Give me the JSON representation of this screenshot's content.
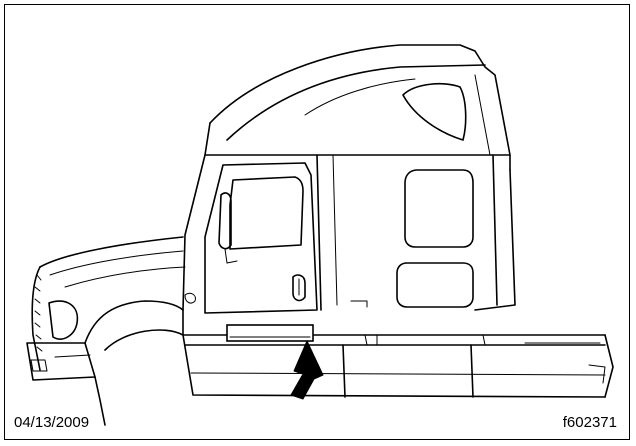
{
  "figure": {
    "date": "04/13/2009",
    "figure_id": "f602371"
  },
  "illustration": {
    "subject-icon": "truck-cab-side-view",
    "pointer-icon": "arrow-pointing-to-side-panel",
    "line_color": "#000000",
    "background_color": "#ffffff"
  }
}
